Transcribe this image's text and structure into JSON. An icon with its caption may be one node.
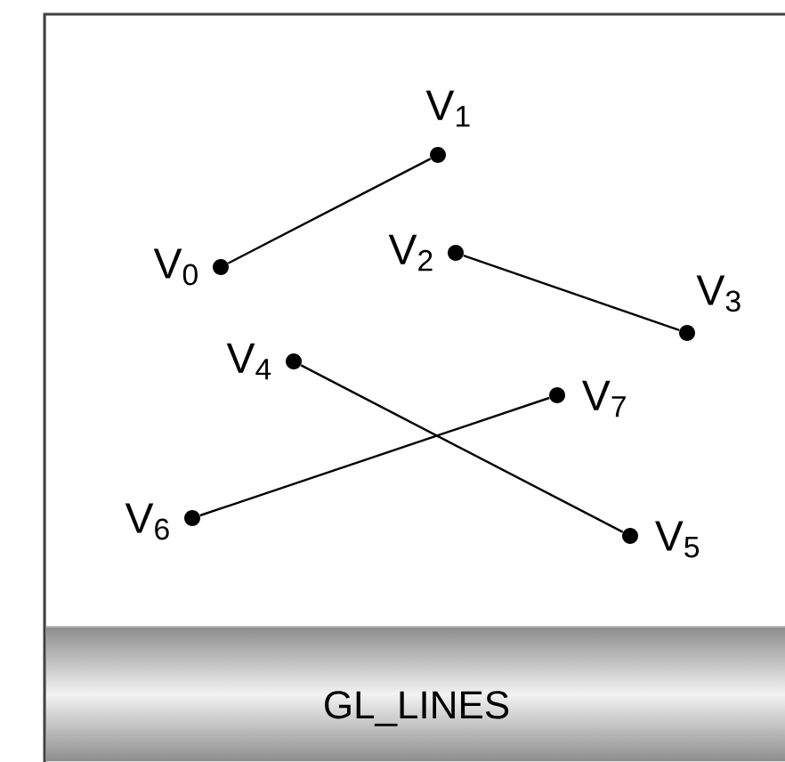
{
  "diagram": {
    "nodes": [
      {
        "text": [],
        "shape": "circle",
        "beside": [
          "V$_{0}$"
        ]
      },
      {
        "text": [],
        "shape": "circle",
        "beside": [
          "V$_{1}$"
        ]
      },
      {
        "text": [],
        "shape": "circle",
        "beside": [
          "V$_{2}$"
        ]
      },
      {
        "text": [],
        "shape": "circle",
        "beside": [
          "V$_{3}$"
        ]
      },
      {
        "text": [],
        "shape": "circle",
        "beside": [
          "V$_{4}$"
        ]
      },
      {
        "text": [],
        "shape": "circle",
        "beside": [
          "V$_{5}$"
        ]
      },
      {
        "text": [],
        "shape": "circle",
        "beside": [
          "V$_{6}$"
        ]
      },
      {
        "text": [],
        "shape": "circle",
        "beside": [
          "V$_{7}$"
        ]
      },
      {
        "text": [
          "GL_LINES"
        ]
      }
    ],
    "edges": [
      {
        "from": 0,
        "to": 1,
        "arrow": "none"
      },
      {
        "from": 2,
        "to": 3,
        "arrow": "none"
      },
      {
        "from": 4,
        "to": 5,
        "arrow": "none"
      },
      {
        "from": 6,
        "to": 7,
        "arrow": "none"
      }
    ]
  }
}
